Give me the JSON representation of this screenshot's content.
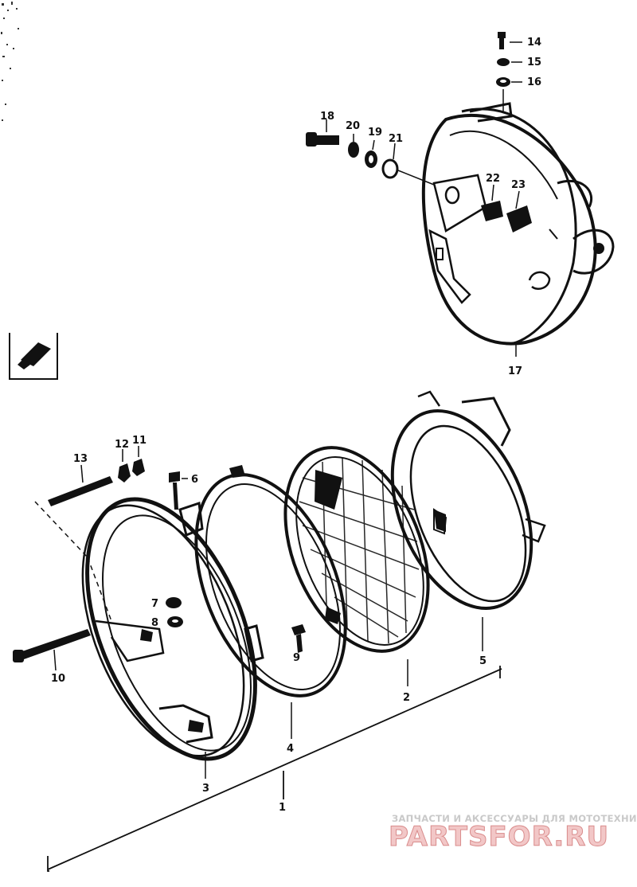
{
  "parts": {
    "p1": "1",
    "p2": "2",
    "p3": "3",
    "p4": "4",
    "p5": "5",
    "p6": "6",
    "p7": "7",
    "p8": "8",
    "p9": "9",
    "p10": "10",
    "p11": "11",
    "p12": "12",
    "p13": "13",
    "p14": "14",
    "p15": "15",
    "p16": "16",
    "p17": "17",
    "p18": "18",
    "p19": "19",
    "p20": "20",
    "p21": "21",
    "p22": "22",
    "p23": "23"
  },
  "watermark": {
    "tagline": "ЗАПЧАСТИ И АКСЕССУАРЫ ДЛЯ МОТОТЕХНИКИ",
    "brand": "PARTSFOR.RU"
  },
  "colors": {
    "ink": "#111111",
    "watermark_fill": "#f2c7c7",
    "watermark_text": "#c9c9c9"
  }
}
